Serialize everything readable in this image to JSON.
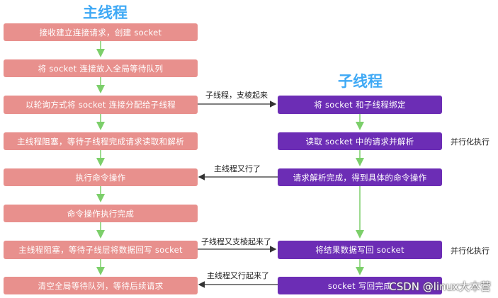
{
  "main_title": "主线程",
  "sub_title": "子线程",
  "main_steps": [
    "接收建立连接请求，创建 socket",
    "将 socket 连接放入全局等待队列",
    "以轮询方式将 socket 连接分配给子线程",
    "主线程阻塞，等待子线程完成请求读取和解析",
    "执行命令操作",
    "命令操作执行完成",
    "主线程阻塞，等待子线层将数据回写 socket",
    "清空全局等待队列，等待后续请求"
  ],
  "sub_steps": [
    "将 socket 和子线程绑定",
    "读取 socket 中的请求并解析",
    "请求解析完成，得到具体的命令操作",
    "将结果数据写回 socket",
    "socket 写回完成"
  ],
  "links": [
    "子线程，支棱起来",
    "主线程又行了",
    "子线程又支棱起来了",
    "主线程又行起来了"
  ],
  "side_notes": [
    "并行化执行",
    "并行化执行"
  ],
  "watermark": "CSDN @linux大本营",
  "colors": {
    "title": "#3fa9f5",
    "main_box": "#e8908d",
    "sub_box": "#6c2db5",
    "flow_arrow": "#7ccf6a",
    "link_arrow": "#333333"
  }
}
